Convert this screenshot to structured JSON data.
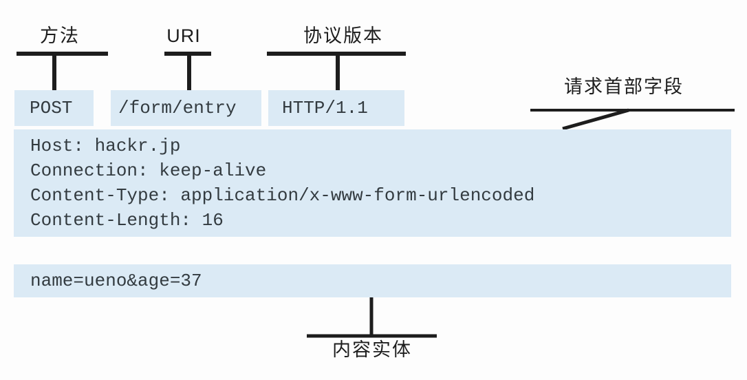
{
  "diagram": {
    "annotation_labels": {
      "method": "方法",
      "uri": "URI",
      "version": "协议版本",
      "headers": "请求首部字段",
      "body": "内容实体"
    },
    "request_line": {
      "method": "POST",
      "uri": "/form/entry",
      "version": "HTTP/1.1"
    },
    "headers": [
      "Host: hackr.jp",
      "Connection: keep-alive",
      "Content-Type: application/x-www-form-urlencoded",
      "Content-Length: 16"
    ],
    "body": "name=ueno&age=37",
    "colors": {
      "box_fill": "#dbeaf5",
      "connector_line": "#1d1d1d",
      "code_text": "#333b40",
      "background": "#fdfdfd"
    }
  }
}
